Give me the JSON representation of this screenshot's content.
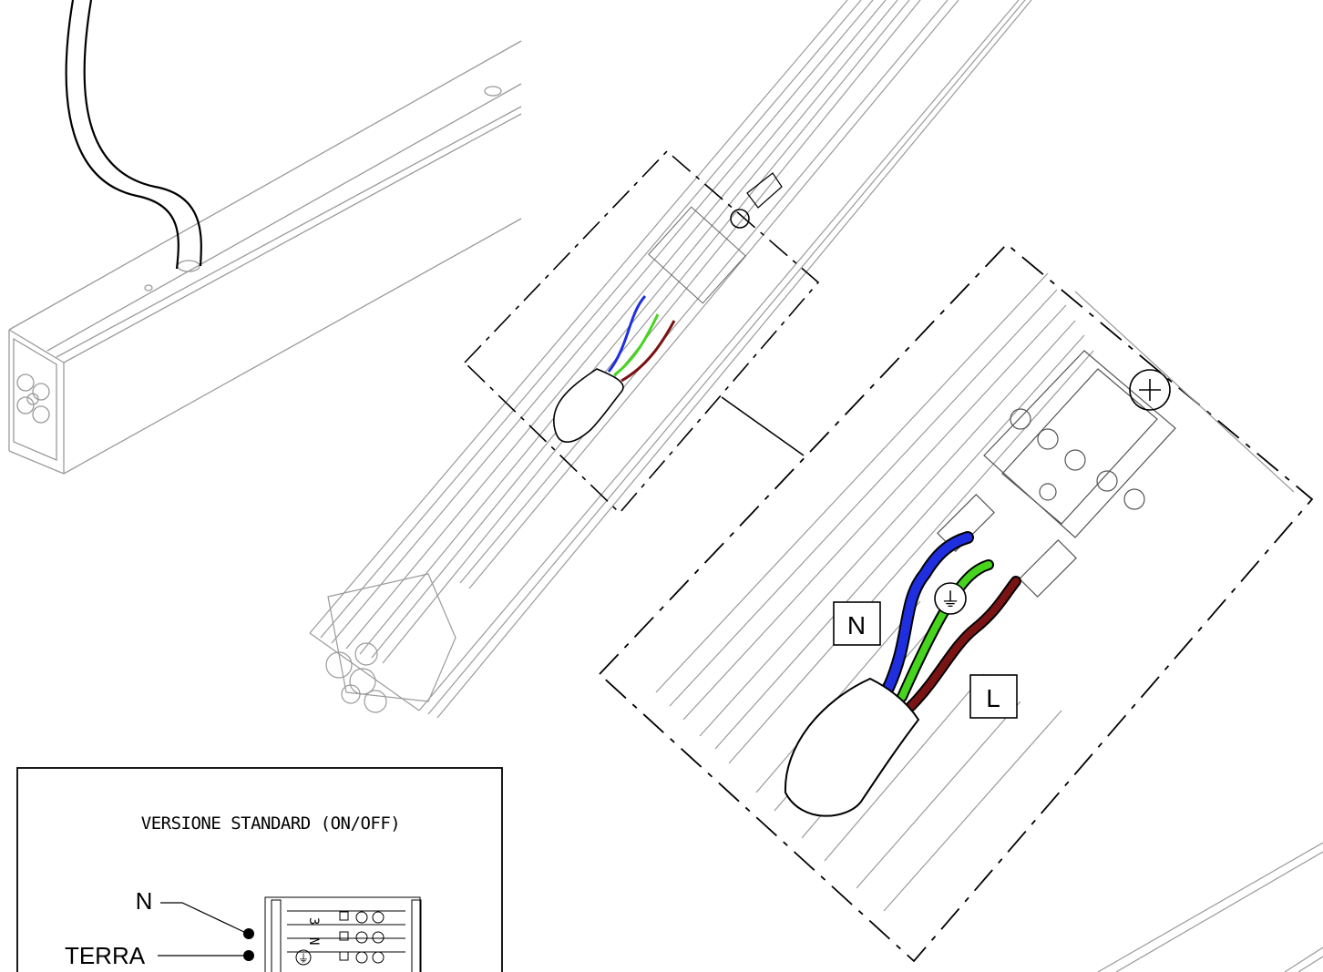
{
  "callouts": {
    "neutral": "N",
    "live": "L",
    "earth_symbol": "⏚"
  },
  "legend_box": {
    "title": "VERSIONE STANDARD (ON/OFF)",
    "wire_labels": [
      "N",
      "TERRA"
    ],
    "terminal_marks": [
      "3",
      "N",
      "⏚"
    ]
  },
  "colors": {
    "neutral_wire": "#1f2fe0",
    "earth_wire": "#46d41c",
    "live_wire": "#7a1414",
    "outline": "#000000",
    "profile_lines": "#9a9a9a"
  }
}
